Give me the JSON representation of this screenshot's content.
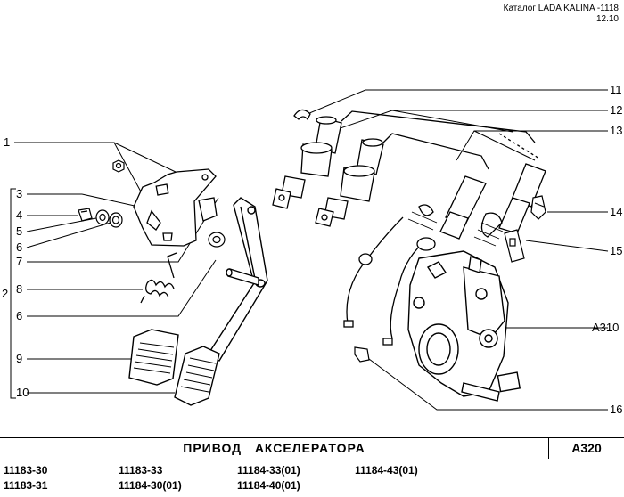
{
  "header": {
    "catalog": "Каталог  LADA  KALINA -1118",
    "date": "12.10"
  },
  "callouts": {
    "c1": "1",
    "c2": "2",
    "c3": "3",
    "c4": "4",
    "c5": "5",
    "c6a": "6",
    "c6b": "6",
    "c7": "7",
    "c8": "8",
    "c9": "9",
    "c10": "10",
    "c11": "11",
    "c12": "12",
    "c13": "13",
    "c14": "14",
    "c15": "15",
    "c16": "16",
    "ref": "A310"
  },
  "footer": {
    "title": "ПРИВОД   АКСЕЛЕРАТОРА",
    "code": "A320",
    "part_numbers": [
      [
        "11183-30",
        "11183-33",
        "11184-33(01)",
        "11184-43(01)"
      ],
      [
        "11183-31",
        "11184-30(01)",
        "11184-40(01)"
      ]
    ]
  }
}
